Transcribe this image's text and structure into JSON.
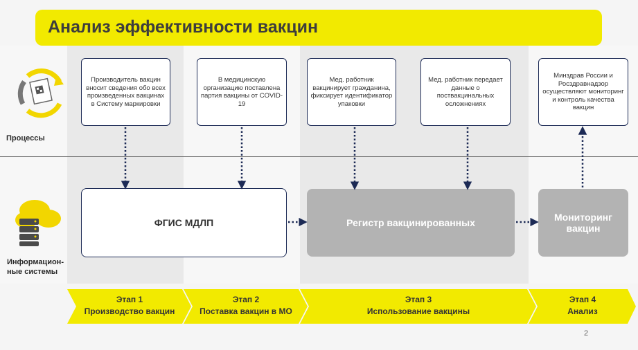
{
  "title": "Анализ эффективности вакцин",
  "rows": {
    "processes": "Процессы",
    "systems": "Информацион-\nные системы"
  },
  "process_cards": [
    "Производитель вакцин вносит сведения обо всех произведенных вакцинах в Систему маркировки",
    "В медицинскую организацию поставлена партия вакцины от COVID-19",
    "Мед. работник вакцинирует гражданина, фиксирует идентификатор упаковки",
    "Мед. работник передает данные о поствакцинальных осложнениях",
    "Минздрав России и Росздравнадзор осуществляют мониторинг и контроль качества вакцин"
  ],
  "systems": [
    "ФГИС МДЛП",
    "Регистр вакцинированных",
    "Мониторинг вакцин"
  ],
  "stages": [
    {
      "line1": "Этап 1",
      "line2": "Производство вакцин"
    },
    {
      "line1": "Этап 2",
      "line2": "Поставка вакцин в МО"
    },
    {
      "line1": "Этап 3",
      "line2": "Использование вакцины"
    },
    {
      "line1": "Этап 4",
      "line2": "Анализ"
    }
  ],
  "page_number": "2",
  "colors": {
    "accent_yellow": "#f2ea00",
    "border_navy": "#1c2a55",
    "system_grey": "#b3b3b3",
    "column_shade": "#e9e9e9"
  },
  "icons": [
    "marking-cycle-icon",
    "cloud-server-icon"
  ]
}
